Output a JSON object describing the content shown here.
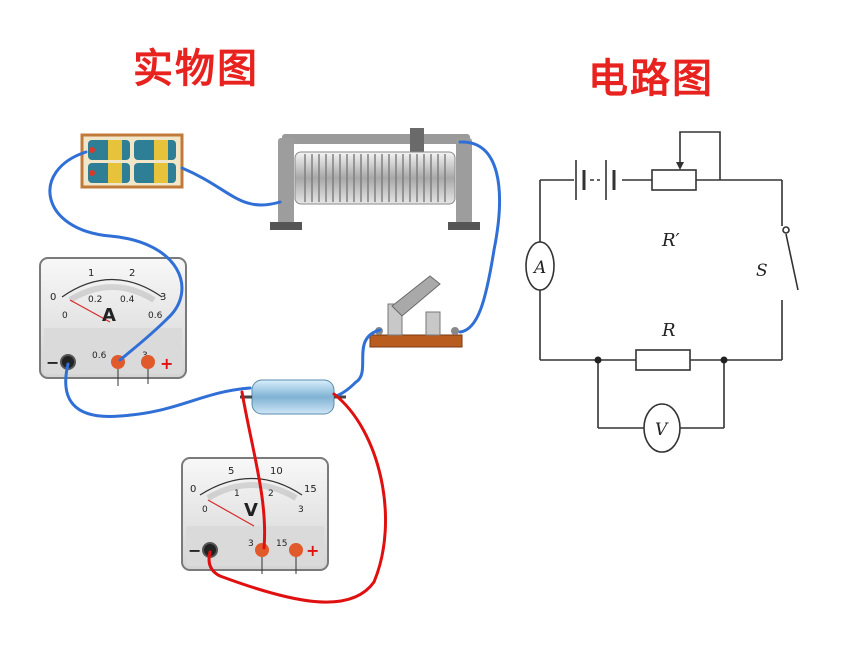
{
  "titles": {
    "physical": "实物图",
    "circuit": "电路图"
  },
  "ammeter": {
    "letter": "A",
    "scale_top": [
      "0",
      "1",
      "2",
      "3"
    ],
    "scale_bottom": [
      "0",
      "0.2",
      "0.4",
      "0.6"
    ],
    "terminals": [
      "−",
      "0.6",
      "3",
      "+"
    ]
  },
  "voltmeter": {
    "letter": "V",
    "scale_top": [
      "0",
      "5",
      "10",
      "15"
    ],
    "scale_bottom": [
      "0",
      "1",
      "2",
      "3"
    ],
    "terminals": [
      "−",
      "3",
      "15",
      "+"
    ]
  },
  "schematic": {
    "ammeter_symbol": "A",
    "voltmeter_symbol": "V",
    "switch_label": "S",
    "rheostat_label": "R′",
    "resistor_label": "R"
  },
  "colors": {
    "title": "#e8231f",
    "wire_blue": "#2f6fd6",
    "wire_red": "#e01010"
  }
}
